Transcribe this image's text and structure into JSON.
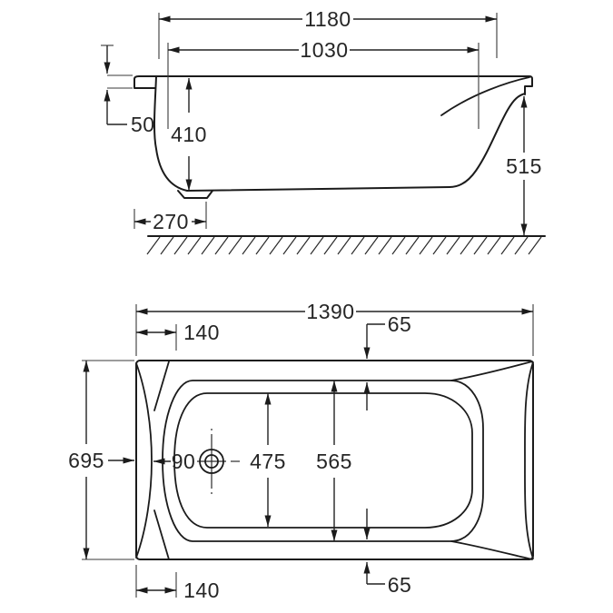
{
  "drawing_title": "bathtub-technical-drawing",
  "side_view": {
    "overall_length": "1180",
    "rim_opening_length": "1030",
    "rim_height": "50",
    "basin_depth": "410",
    "overall_height": "515",
    "foot_offset": "270"
  },
  "plan_view": {
    "overall_length": "1390",
    "end_inset_top": "140",
    "rim_width_top": "65",
    "overall_width": "695",
    "drain_dimension": "90",
    "basin_width": "475",
    "rim_opening_width": "565",
    "end_inset_bottom": "140",
    "rim_width_bottom": "65"
  }
}
